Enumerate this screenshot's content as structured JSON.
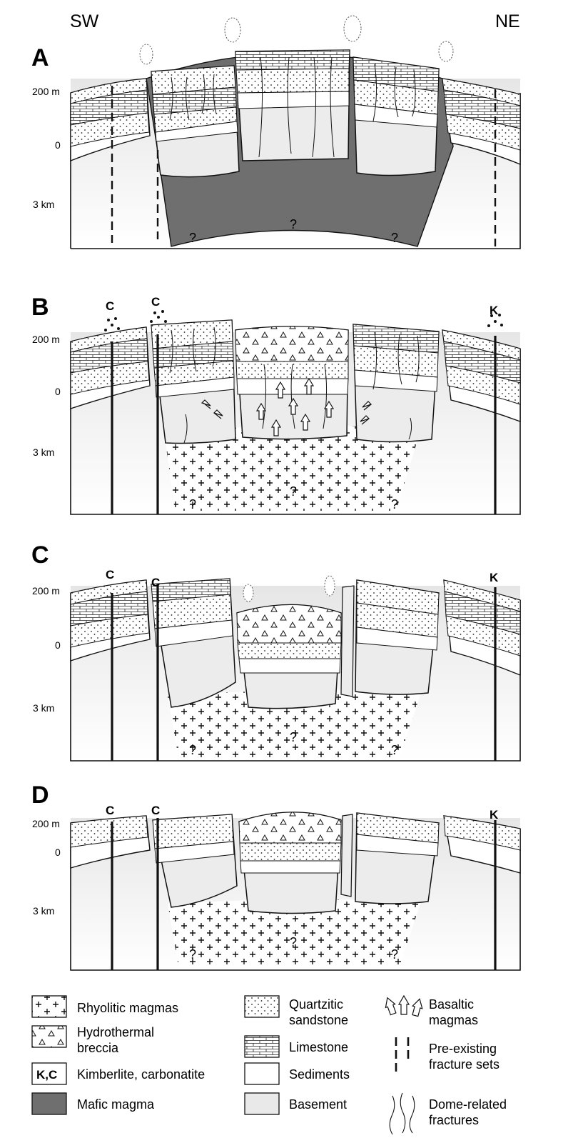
{
  "orientation": {
    "left": "SW",
    "right": "NE"
  },
  "panels": [
    {
      "letter": "A",
      "depth_labels": [
        "200 m",
        "0",
        "3 km"
      ],
      "question_marks": [
        "?",
        "?",
        "?"
      ],
      "vent_labels": []
    },
    {
      "letter": "B",
      "depth_labels": [
        "200 m",
        "0",
        "3 km"
      ],
      "question_marks": [
        "?",
        "?",
        "?"
      ],
      "vent_labels": [
        "C",
        "C",
        "K"
      ]
    },
    {
      "letter": "C",
      "depth_labels": [
        "200 m",
        "0",
        "3 km"
      ],
      "question_marks": [
        "?",
        "?",
        "?"
      ],
      "vent_labels": [
        "C",
        "C",
        "K"
      ]
    },
    {
      "letter": "D",
      "depth_labels": [
        "200 m",
        "0",
        "3 km"
      ],
      "question_marks": [
        "?",
        "?",
        "?"
      ],
      "vent_labels": [
        "C",
        "C",
        "K"
      ]
    }
  ],
  "legend": {
    "rhyolitic": "Rhyolitic magmas",
    "breccia_1": "Hydrothermal",
    "breccia_2": "breccia",
    "kc_swatch": "K,C",
    "kc_label": "Kimberlite, carbonatite",
    "mafic": "Mafic magma",
    "quartz_1": "Quartzitic",
    "quartz_2": "sandstone",
    "limestone": "Limestone",
    "sediments": "Sediments",
    "basement": "Basement",
    "basaltic_1": "Basaltic",
    "basaltic_2": "magmas",
    "fracture_1": "Pre-existing",
    "fracture_2": "fracture sets",
    "dome_1": "Dome-related",
    "dome_2": "fractures"
  },
  "colors": {
    "basement": "#e9e9e9",
    "mafic": "#6f6f6f",
    "line": "#111111"
  }
}
